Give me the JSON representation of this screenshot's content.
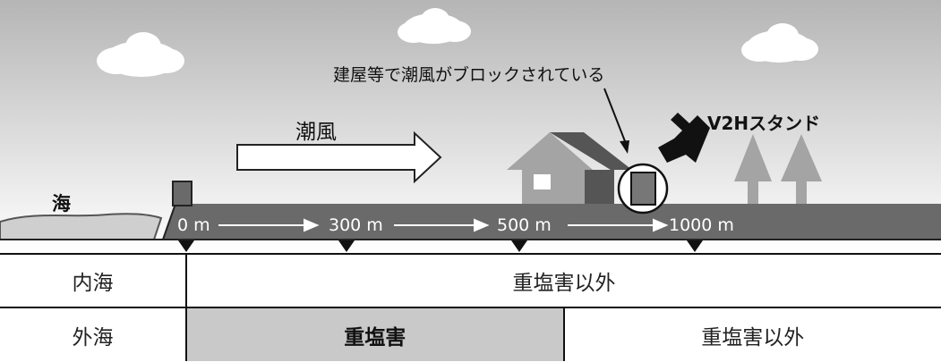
{
  "scene": {
    "sea_label": "海",
    "wind_label": "潮風",
    "blocked_label": "建屋等で潮風がブロックされている",
    "v2h_label": "V2Hスタンド",
    "distances": [
      "0 m",
      "300 m",
      "500 m",
      "1000 m"
    ]
  },
  "zones": {
    "inner_sea": {
      "label": "内海",
      "value": "重塩害以外"
    },
    "outer_sea": {
      "label": "外海",
      "heavy": "重塩害",
      "value": "重塩害以外"
    }
  },
  "colors": {
    "sky_top": "#b7b7b7",
    "sky_bottom": "#ffffff",
    "ground": "#6a6a6a",
    "heavy_salt_cell": "#c9c9c9"
  }
}
